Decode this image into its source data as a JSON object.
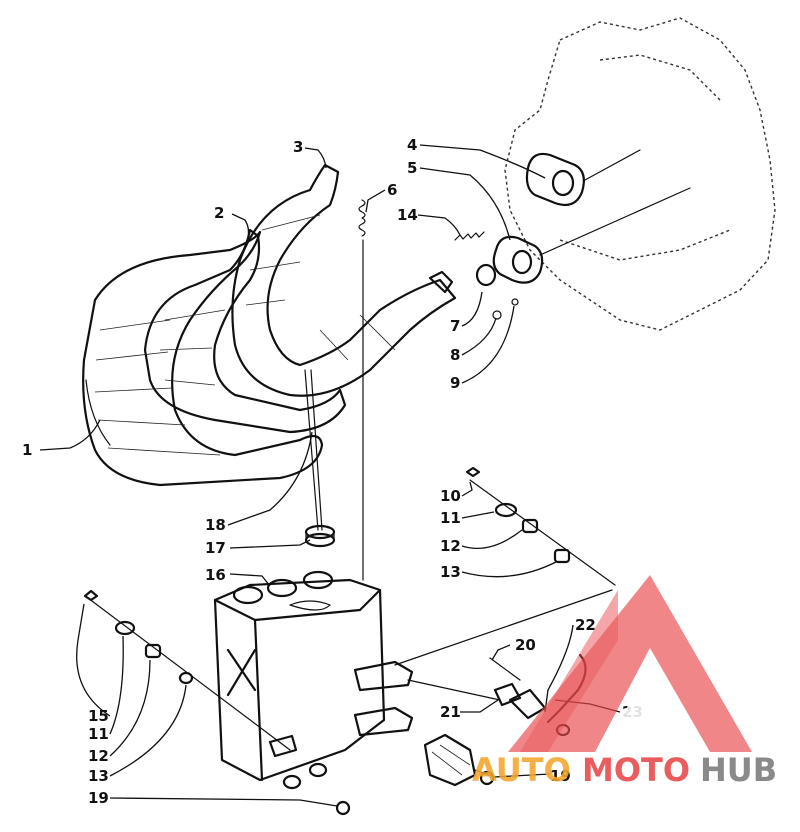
{
  "parts": [
    {
      "key": "p1",
      "label": "1"
    },
    {
      "key": "p2",
      "label": "2"
    },
    {
      "key": "p3",
      "label": "3"
    },
    {
      "key": "p4",
      "label": "4"
    },
    {
      "key": "p5",
      "label": "5"
    },
    {
      "key": "p6",
      "label": "6"
    },
    {
      "key": "p14",
      "label": "14"
    },
    {
      "key": "p7",
      "label": "7"
    },
    {
      "key": "p8",
      "label": "8"
    },
    {
      "key": "p9",
      "label": "9"
    },
    {
      "key": "p18",
      "label": "18"
    },
    {
      "key": "p17",
      "label": "17"
    },
    {
      "key": "p16",
      "label": "16"
    },
    {
      "key": "p10",
      "label": "10"
    },
    {
      "key": "p11a",
      "label": "11"
    },
    {
      "key": "p12a",
      "label": "12"
    },
    {
      "key": "p13a",
      "label": "13"
    },
    {
      "key": "p20",
      "label": "20"
    },
    {
      "key": "p22",
      "label": "22"
    },
    {
      "key": "p23",
      "label": "23"
    },
    {
      "key": "p21",
      "label": "21"
    },
    {
      "key": "p15",
      "label": "15"
    },
    {
      "key": "p11b",
      "label": "11"
    },
    {
      "key": "p12b",
      "label": "12"
    },
    {
      "key": "p13b",
      "label": "13"
    },
    {
      "key": "p19a",
      "label": "19"
    },
    {
      "key": "p19b",
      "label": "19"
    }
  ],
  "watermark": {
    "brand_part1": "AUTO",
    "brand_part2": "MOTO",
    "brand_part3": "HUB",
    "color_red": "#e8474a",
    "color_orange": "#f4a52e",
    "color_gray": "#7b7b7b"
  }
}
